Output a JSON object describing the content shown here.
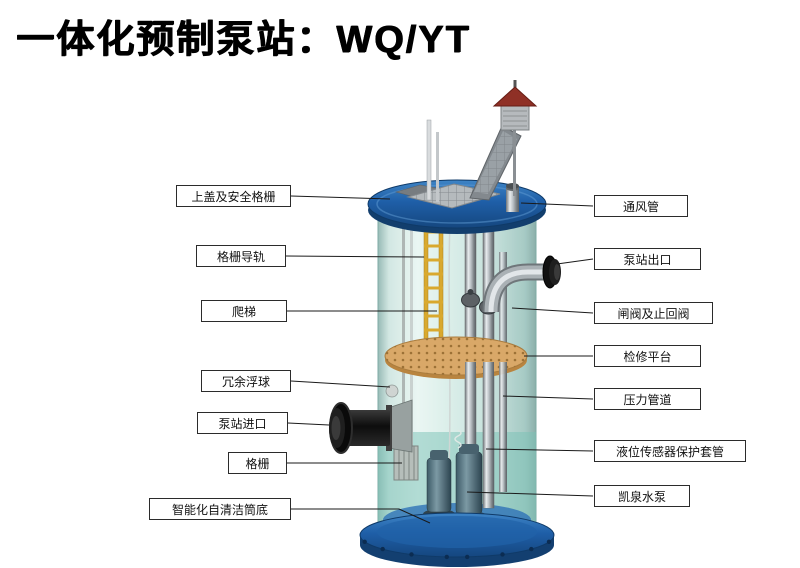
{
  "title": "一体化预制泵站：WQ/YT",
  "colors": {
    "lid_blue": "#1f5fa8",
    "base_blue": "#133f70",
    "body_teal": "#d4ebe6",
    "platform_tan": "#d9a868",
    "ladder_yellow": "#d9a92e",
    "roof_red": "#8f3026",
    "inlet_black": "#0d0d0d"
  },
  "labels_left": [
    {
      "text": "上盖及安全格栅"
    },
    {
      "text": "格栅导轨"
    },
    {
      "text": "爬梯"
    },
    {
      "text": "冗余浮球"
    },
    {
      "text": "泵站进口"
    },
    {
      "text": "格栅"
    },
    {
      "text": "智能化自清洁筒底"
    }
  ],
  "labels_right": [
    {
      "text": "通风管"
    },
    {
      "text": "泵站出口"
    },
    {
      "text": "闸阀及止回阀"
    },
    {
      "text": "检修平台"
    },
    {
      "text": "压力管道"
    },
    {
      "text": "液位传感器保护套管"
    },
    {
      "text": "凯泉水泵"
    }
  ]
}
